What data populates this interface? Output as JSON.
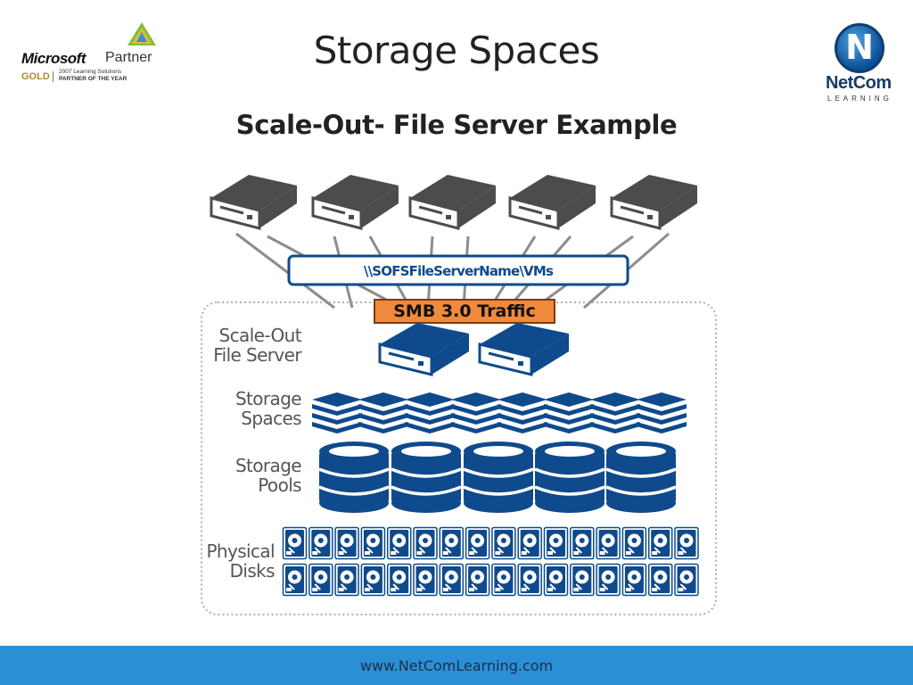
{
  "slide": {
    "title": "Storage Spaces",
    "subtitle": "Scale-Out- File Server Example"
  },
  "ms_logo": {
    "brand": "Microsoft",
    "partner": "Partner",
    "tier": "GOLD",
    "award_line1": "2007 Learning Solutions",
    "award_line2": "PARTNER OF THE YEAR"
  },
  "netcom_logo": {
    "name": "NetCom",
    "sub": "LEARNING"
  },
  "diagram": {
    "share_path": "\\\\SOFSFileServerName\\VMs",
    "traffic_label": "SMB 3.0 Traffic",
    "layers": {
      "sofs_line1": "Scale-Out",
      "sofs_line2": "File Server",
      "spaces_line1": "Storage",
      "spaces_line2": "Spaces",
      "pools_line1": "Storage",
      "pools_line2": "Pools",
      "disks_line1": "Physical",
      "disks_line2": "Disks"
    },
    "colors": {
      "client_server": "#4a4a4a",
      "storage_blue": "#0e4a8c",
      "traffic_label": "#ef8a3c"
    }
  },
  "footer": {
    "url": "www.NetComLearning.com"
  }
}
